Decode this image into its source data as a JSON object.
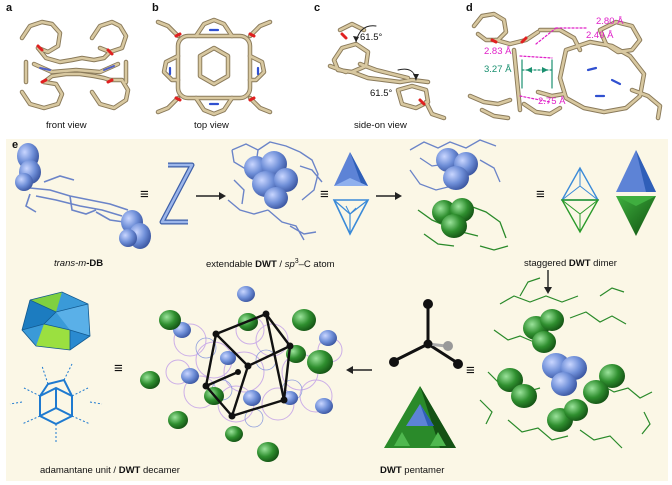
{
  "panel_labels": {
    "a": "a",
    "b": "b",
    "c": "c",
    "d": "d",
    "e": "e"
  },
  "captions": {
    "a": "front view",
    "b": "top view",
    "c": "side-on view",
    "e1_pre": "trans-",
    "e1_m": "m",
    "e1_post": "-DB",
    "e2_pre": "extendable ",
    "e2_bold": "DWT",
    "e2_mid": " / ",
    "e2_sp": "sp",
    "e2_sup": "3",
    "e2_post": "–C atom",
    "e3_pre": "staggered ",
    "e3_bold": "DWT",
    "e3_post": " dimer",
    "e4_pre": "adamantane unit / ",
    "e4_bold": "DWT",
    "e4_post": " decamer",
    "e5_bold": "DWT",
    "e5_post": " pentamer"
  },
  "annotations": {
    "angle_top": "61.5°",
    "angle_bottom": "61.5°",
    "d_280": "2.80 Å",
    "d_249": "2.49 Å",
    "d_283": "2.83 Å",
    "d_327": "3.27 Å",
    "d_275": "2.75 Å"
  },
  "symbols": {
    "equiv": "≡"
  },
  "colors": {
    "magenta": "#e020c8",
    "teal": "#1a9070",
    "tan": "#c8b48c",
    "blue": "#6f8fd8",
    "green": "#2a8a2a",
    "panel_bg": "#fbf7e6"
  }
}
